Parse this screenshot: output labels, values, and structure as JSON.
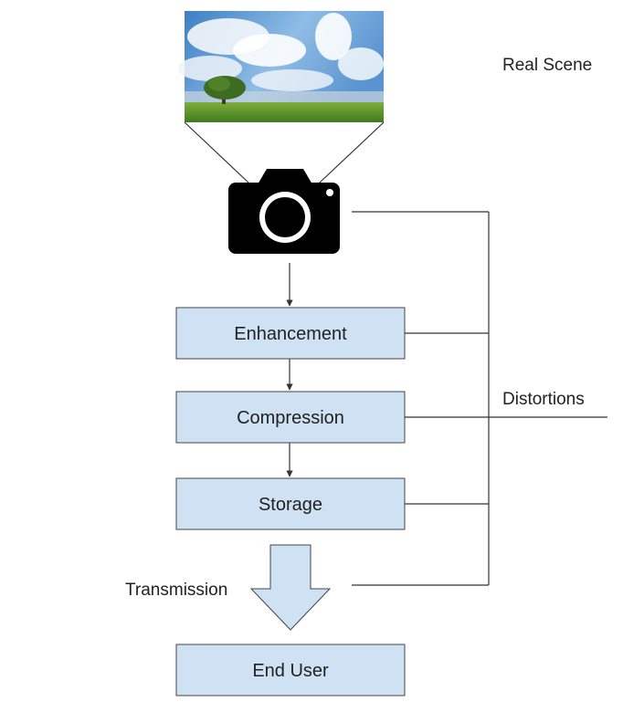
{
  "labels": {
    "real_scene": "Real Scene",
    "distortions": "Distortions",
    "transmission": "Transmission"
  },
  "boxes": [
    {
      "label": "Enhancement"
    },
    {
      "label": "Compression"
    },
    {
      "label": "Storage"
    },
    {
      "label": "End User"
    }
  ],
  "icons": {
    "scene": "landscape-photo-icon",
    "camera": "camera-icon",
    "transmission": "down-arrow-icon"
  },
  "colors": {
    "box_fill": "#cfe2f3",
    "box_stroke": "#444444",
    "line": "#333333",
    "camera": "#000000"
  }
}
